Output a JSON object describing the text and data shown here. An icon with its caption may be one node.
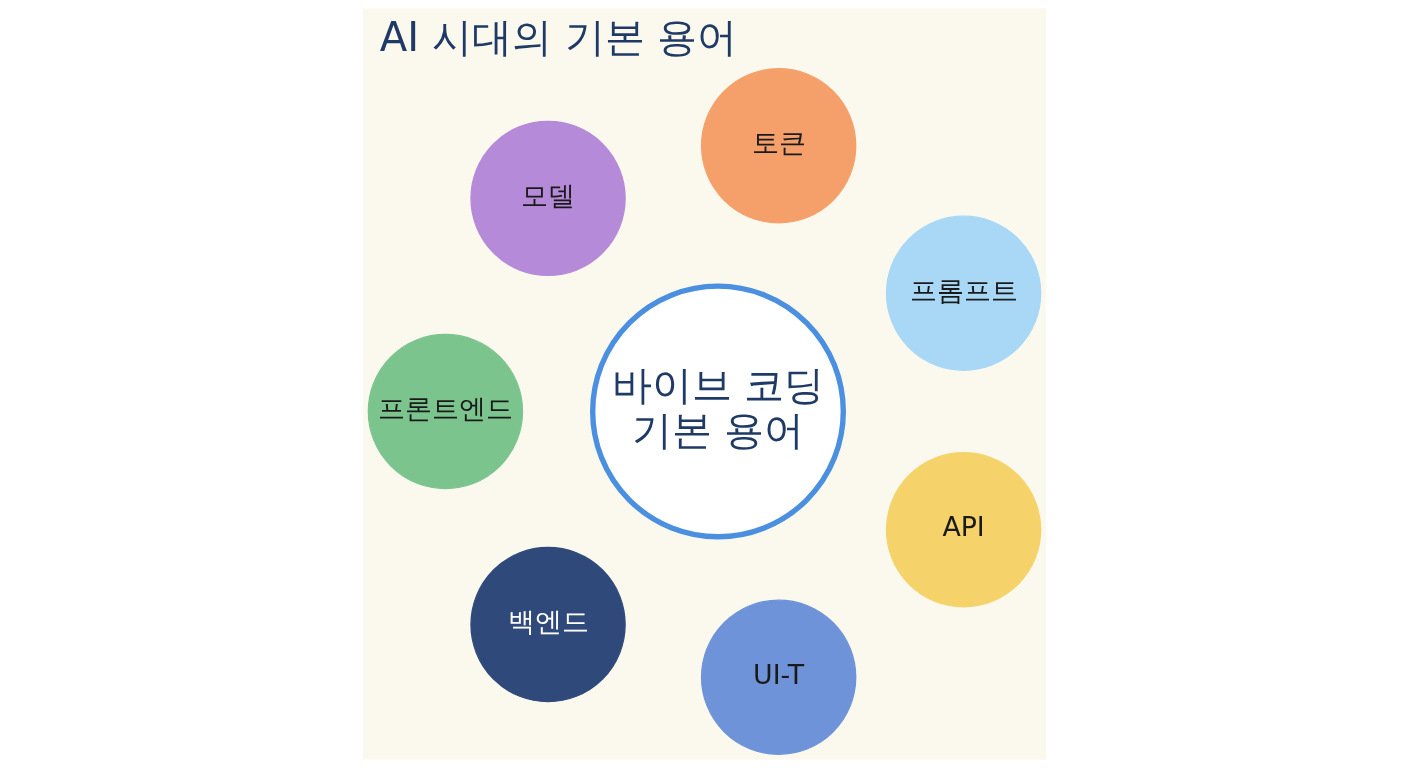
{
  "diagram": {
    "title": "AI 시대의 기본 용어",
    "nodes": [
      {
        "text": [
          "바이브 코딩 기본 용어"
        ]
      },
      {
        "text": [
          "프롬프트"
        ]
      },
      {
        "text": [
          "토큰"
        ]
      },
      {
        "text": [
          "모델"
        ]
      },
      {
        "text": [
          "프론트엔드"
        ]
      },
      {
        "text": [
          "백엔드"
        ]
      },
      {
        "text": [
          "UI-T"
        ]
      },
      {
        "text": [
          "API"
        ]
      }
    ],
    "edges": []
  }
}
